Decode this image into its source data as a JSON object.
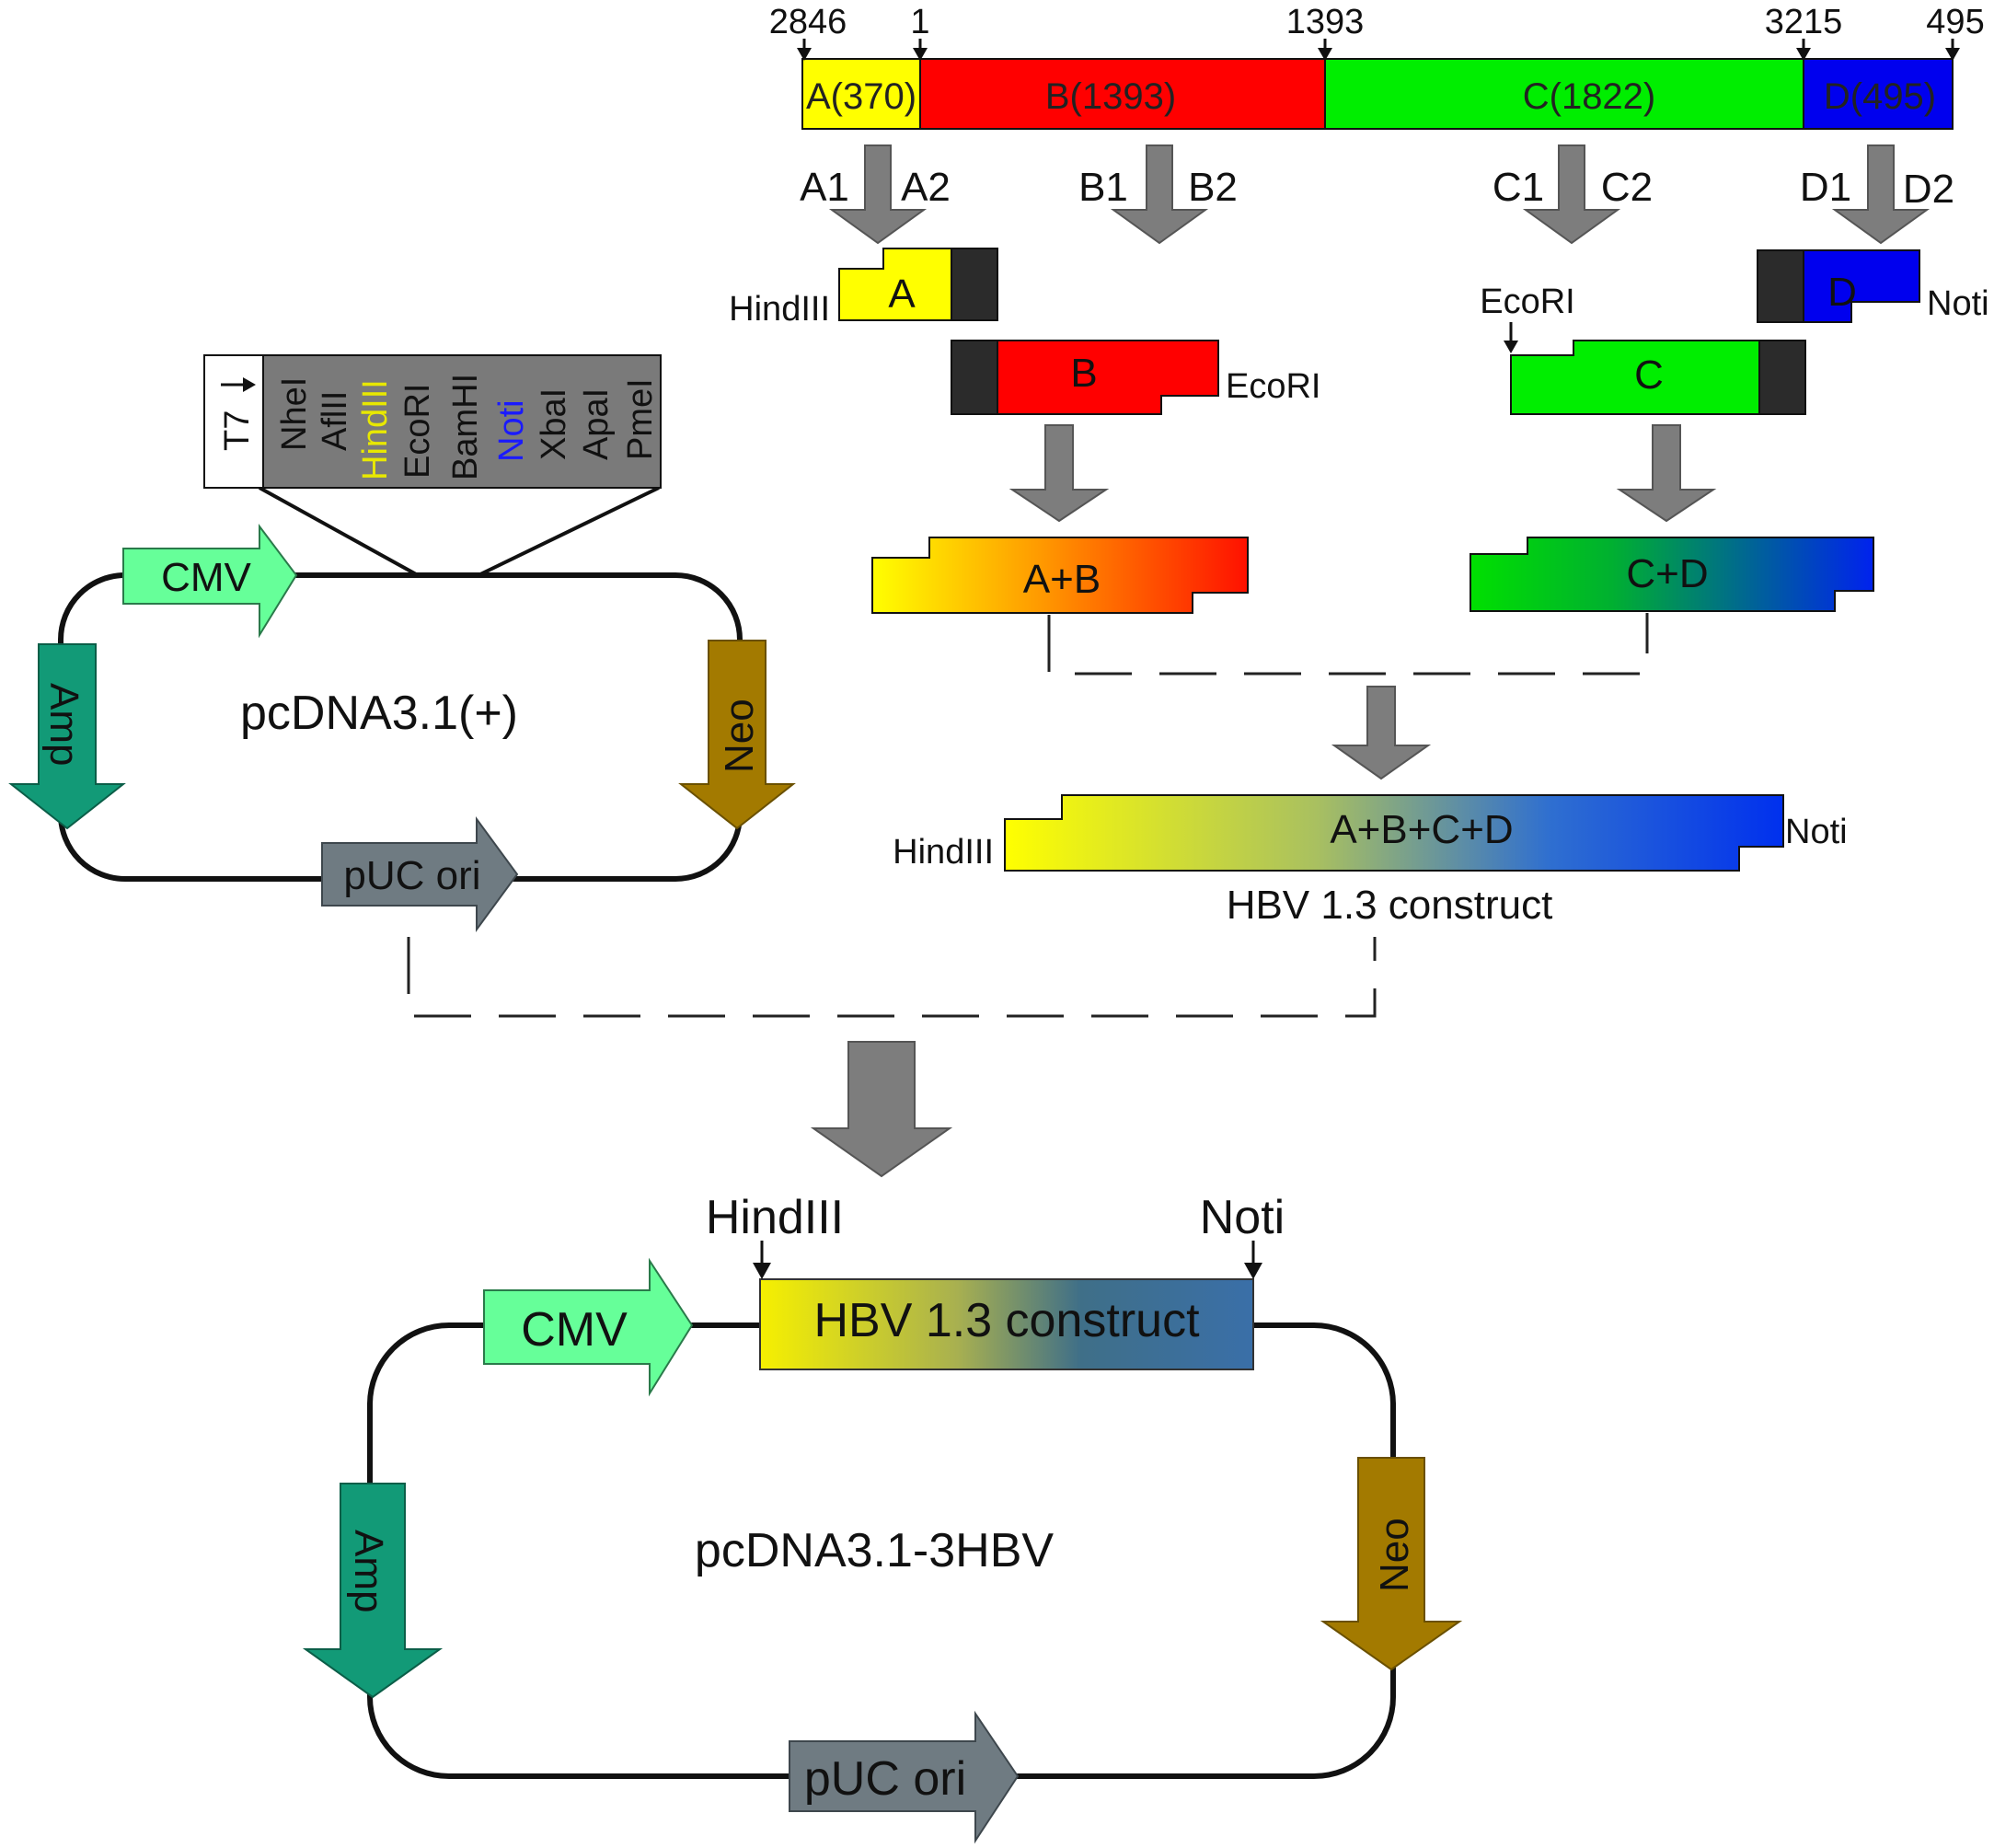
{
  "genome": {
    "positions": [
      "2846",
      "1",
      "1393",
      "3215",
      "495"
    ],
    "segments": [
      "A(370)",
      "B(1393)",
      "C(1822)",
      "D(495)"
    ]
  },
  "primers": [
    "A1",
    "A2",
    "B1",
    "B2",
    "C1",
    "C2",
    "D1",
    "D2"
  ],
  "fragments": {
    "a": "A",
    "b": "B",
    "c": "C",
    "d": "D",
    "ab": "A+B",
    "cd": "C+D",
    "abcd": "A+B+C+D"
  },
  "sites": {
    "hind_a": "HindIII",
    "ecori_b": "EcoRI",
    "ecori_c": "EcoRI",
    "noti_d": "Noti",
    "hind_abcd": "HindIII",
    "noti_abcd": "Noti",
    "hind_final": "HindIII",
    "noti_final": "Noti"
  },
  "construct_caption": "HBV 1.3 construct",
  "mcs": {
    "promoter": "T7",
    "sites": [
      "NheI",
      "AflII",
      "HindIII",
      "EcoRI",
      "BamHI",
      "Noti",
      "XbaI",
      "ApaI",
      "PmeI"
    ]
  },
  "vector": {
    "name": "pcDNA3.1(+)",
    "cmv": "CMV",
    "amp": "Amp",
    "neo": "Neo",
    "ori": "pUC ori"
  },
  "final": {
    "name": "pcDNA3.1-3HBV",
    "insert": "HBV 1.3 construct",
    "cmv": "CMV",
    "amp": "Amp",
    "neo": "Neo",
    "ori": "pUC ori"
  },
  "colors": {
    "a": "#ffff00",
    "b": "#ff0000",
    "c": "#00ee00",
    "d": "#0000ee",
    "cmv": "#66ff99",
    "amp": "#129a77",
    "neo": "#a37a00",
    "ori": "#6f7b82",
    "arrow": "#7d7d7d",
    "mcs_box": "#7a7a7a",
    "hindiii_text": "#e8e800",
    "noti_text": "#1a1aff"
  }
}
